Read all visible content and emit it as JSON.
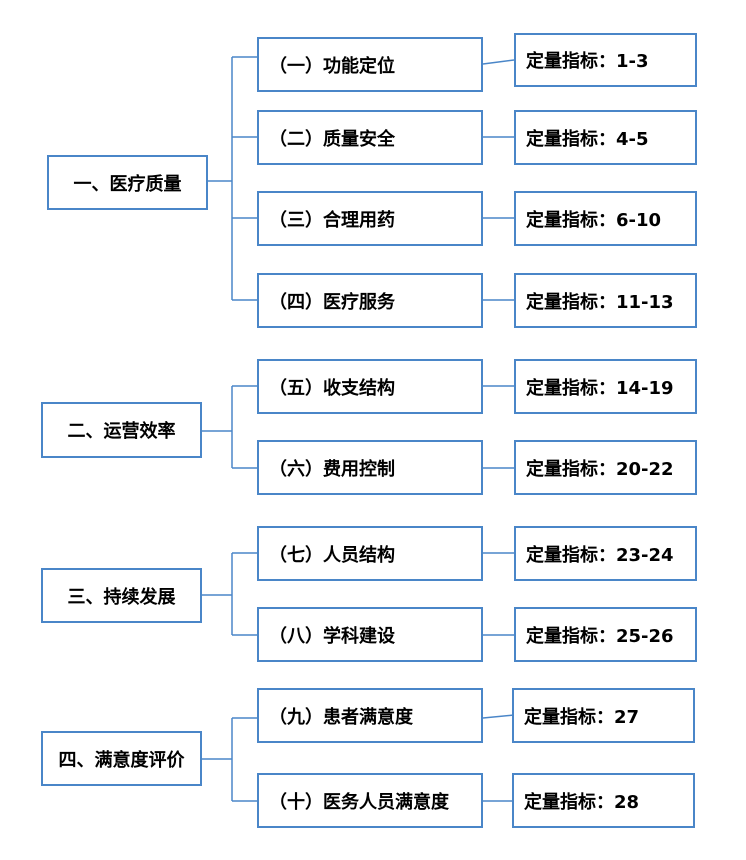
{
  "categories": [
    {
      "label": "一、医疗质量",
      "items": [
        {
          "label": "（一）功能定位",
          "indicator": "定量指标：1-3"
        },
        {
          "label": "（二）质量安全",
          "indicator": "定量指标：4-5"
        },
        {
          "label": "（三）合理用药",
          "indicator": "定量指标：6-10"
        },
        {
          "label": "（四）医疗服务",
          "indicator": "定量指标：11-13"
        }
      ]
    },
    {
      "label": "二、运营效率",
      "items": [
        {
          "label": "（五）收支结构",
          "indicator": "定量指标：14-19"
        },
        {
          "label": "（六）费用控制",
          "indicator": "定量指标：20-22"
        }
      ]
    },
    {
      "label": "三、持续发展",
      "items": [
        {
          "label": "（七）人员结构",
          "indicator": "定量指标：23-24"
        },
        {
          "label": "（八）学科建设",
          "indicator": "定量指标：25-26"
        }
      ]
    },
    {
      "label": "四、满意度评价",
      "items": [
        {
          "label": "（九）患者满意度",
          "indicator": "定量指标：27"
        },
        {
          "label": "（十）医务人员满意度",
          "indicator": "定量指标：28"
        }
      ]
    }
  ],
  "colors": {
    "line": "#4a86c8",
    "text": "#000000"
  }
}
